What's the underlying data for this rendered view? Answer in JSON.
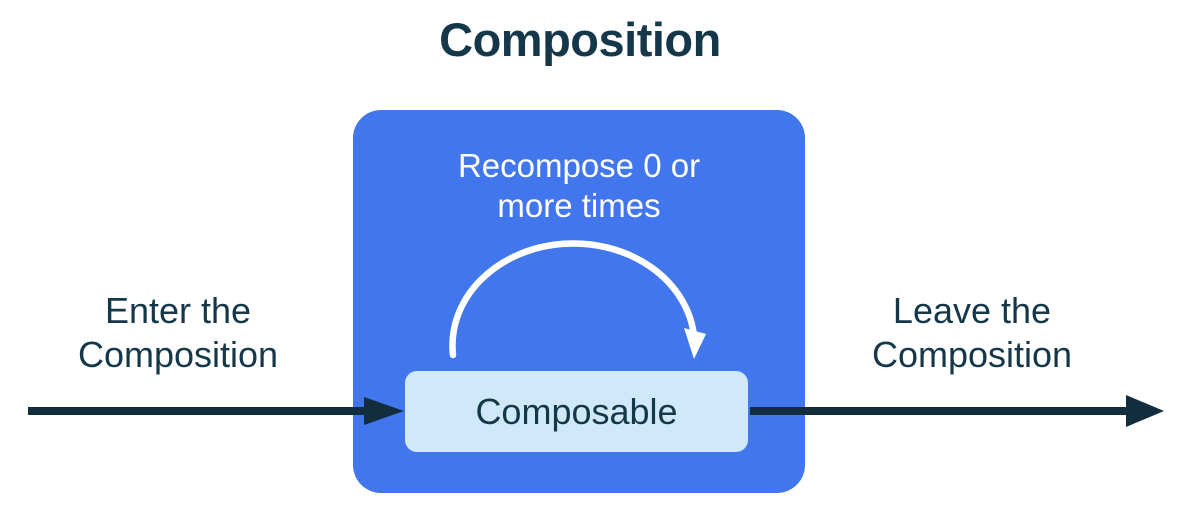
{
  "title": "Composition",
  "labels": {
    "enter": "Enter the\nComposition",
    "leave": "Leave the\nComposition"
  },
  "composition": {
    "recompose": "Recompose 0 or\nmore times",
    "composable": "Composable"
  },
  "palette": {
    "composition_box_blue": "#4276EC",
    "composable_fill": "#CFE9FB",
    "text_ink": "#15374A",
    "arrow_ink": "#122D3E",
    "arc_white": "#FFFFFF"
  }
}
